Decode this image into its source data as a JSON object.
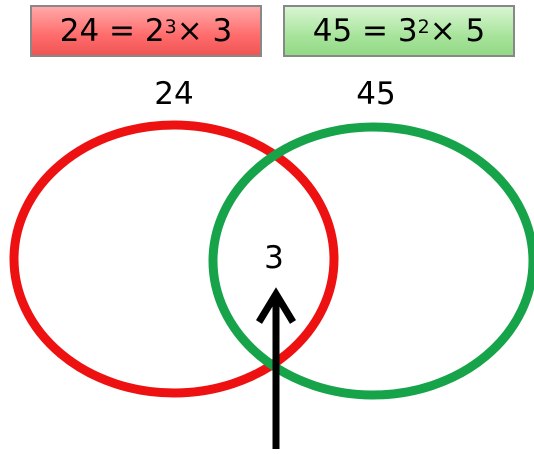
{
  "factorizations": {
    "left": {
      "base_text": "24 = 2",
      "exponent": "3",
      "tail_text": " × 3"
    },
    "right": {
      "base_text": "45 = 3",
      "exponent": "2",
      "tail_text": " × 5"
    }
  },
  "sets": {
    "left_label": "24",
    "right_label": "45",
    "intersection_value": "3"
  },
  "colors": {
    "left_circle": "#ee1111",
    "right_circle": "#16a34a",
    "left_box": "#ff7b7b",
    "right_box": "#a8e49c",
    "arrow": "#000000"
  }
}
